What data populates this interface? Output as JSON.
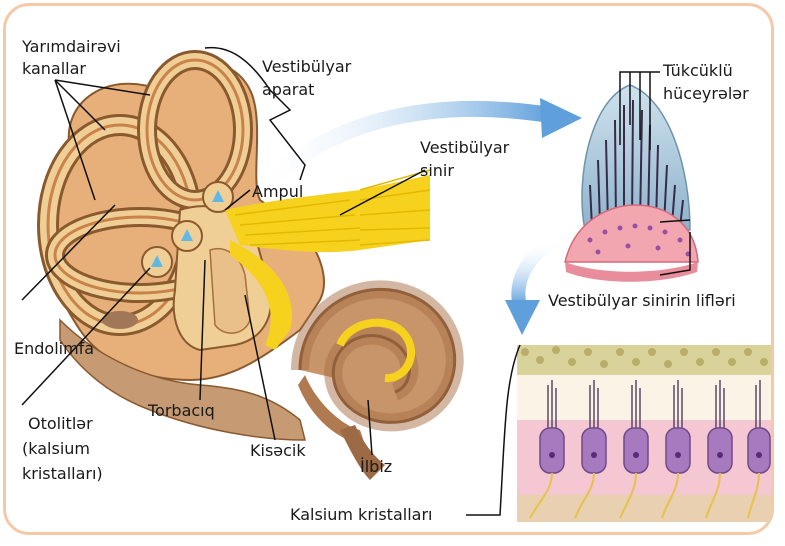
{
  "labels": {
    "semicircular_canals_l1": "Yarımdairəvi",
    "semicircular_canals_l2": "kanallar",
    "vestibular_apparatus_l1": "Vestibülyar",
    "vestibular_apparatus_l2": "aparat",
    "vestibular_nerve_l1": "Vestibülyar",
    "vestibular_nerve_l2": "sinir",
    "ampulla": "Ampul",
    "endolymph": "Endolimfa",
    "otoliths_l1": "Otolitlər",
    "otoliths_l2": "(kalsium",
    "otoliths_l3": "kristalları)",
    "utricle": "Torbacıq",
    "saccule": "Kisəcik",
    "cochlea": "İlbiz",
    "hair_cells_l1": "Tükcüklü",
    "hair_cells_l2": "hüceyrələr",
    "nerve_fibers": "Vestibülyar sinirin lifləri",
    "calcium_crystals": "Kalsium kristalları"
  },
  "colors": {
    "frame": "#f5c9a8",
    "bone": "#f0cf96",
    "canal_dark": "#8a5a2e",
    "nerve": "#f6d21e",
    "arrow": "#5fa0dc",
    "hair_cell": "#a779bf",
    "cupula": "#a9c8dc",
    "crystals": "#d9d29a"
  }
}
